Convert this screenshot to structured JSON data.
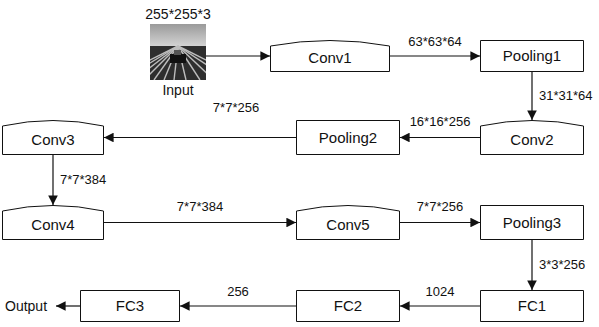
{
  "diagram": {
    "nodes": [
      {
        "text": [
          "255*255*3",
          "Input"
        ]
      },
      {
        "text": [
          "Conv1"
        ]
      },
      {
        "text": [
          "Pooling1"
        ]
      },
      {
        "text": [
          "Conv2"
        ]
      },
      {
        "text": [
          "Pooling2"
        ]
      },
      {
        "text": [
          "Conv3"
        ]
      },
      {
        "text": [
          "Conv4"
        ]
      },
      {
        "text": [
          "Conv5"
        ]
      },
      {
        "text": [
          "Pooling3"
        ]
      },
      {
        "text": [
          "FC1"
        ]
      },
      {
        "text": [
          "FC2"
        ]
      },
      {
        "text": [
          "FC3"
        ]
      }
    ],
    "edges": [
      {
        "from": 0,
        "to": 1,
        "arrow": "to"
      },
      {
        "from": 1,
        "to": 2,
        "arrow": "to",
        "label": "63*63*64"
      },
      {
        "from": 2,
        "to": 3,
        "arrow": "to",
        "label": "31*31*64"
      },
      {
        "from": 3,
        "to": 4,
        "arrow": "to",
        "label": "16*16*256"
      },
      {
        "from": 4,
        "to": 5,
        "arrow": "to",
        "label": "7*7*256"
      },
      {
        "from": 5,
        "to": 6,
        "arrow": "to",
        "label": "7*7*384"
      },
      {
        "from": 6,
        "to": 7,
        "arrow": "to",
        "label": "7*7*384"
      },
      {
        "from": 7,
        "to": 8,
        "arrow": "to",
        "label": "7*7*256"
      },
      {
        "from": 8,
        "to": 9,
        "arrow": "to",
        "label": "3*3*256"
      },
      {
        "from": 9,
        "to": 10,
        "arrow": "to",
        "label": "1024"
      },
      {
        "from": 10,
        "to": 11,
        "arrow": "to",
        "label": "256"
      }
    ],
    "labels": [
      "Output"
    ]
  }
}
